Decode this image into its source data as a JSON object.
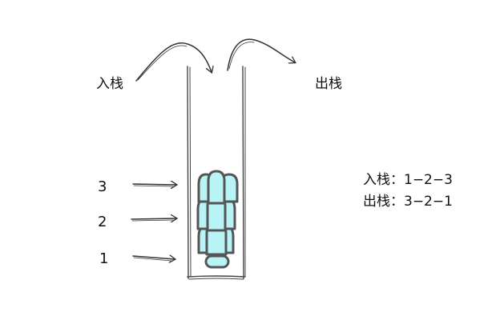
{
  "labels": {
    "push": "入栈",
    "pop": "出栈"
  },
  "levels": [
    "1",
    "2",
    "3"
  ],
  "summary": {
    "push_line": "入栈：1−2−3",
    "pop_line": "出栈：3−2−1"
  },
  "colors": {
    "shuttlecock_fill": "#b8f3f6",
    "shuttlecock_stroke": "#555555",
    "line": "#333333"
  }
}
